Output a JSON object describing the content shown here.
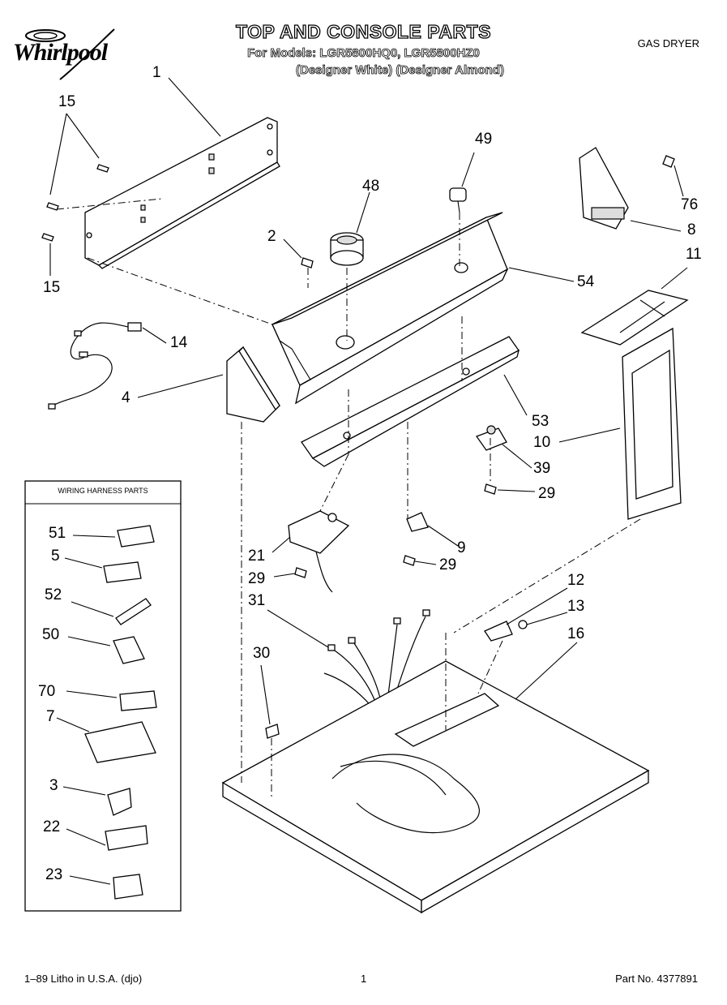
{
  "brand": "Whirlpool",
  "title": "TOP AND CONSOLE PARTS",
  "models_line": "For Models: LGR5800HQ0, LGR5800HZ0",
  "colors_line": "(Designer White) (Designer Almond)",
  "product_type": "GAS DRYER",
  "harness_box_title": "WIRING HARNESS PARTS",
  "callouts": {
    "c1": "1",
    "c15a": "15",
    "c15b": "15",
    "c2": "2",
    "c48": "48",
    "c49": "49",
    "c76": "76",
    "c8": "8",
    "c54": "54",
    "c11": "11",
    "c14": "14",
    "c4": "4",
    "c53": "53",
    "c10": "10",
    "c39": "39",
    "c29a": "29",
    "c21": "21",
    "c9": "9",
    "c29b": "29",
    "c29c": "29",
    "c31": "31",
    "c12": "12",
    "c13": "13",
    "c16": "16",
    "c30": "30",
    "h51": "51",
    "h5": "5",
    "h52": "52",
    "h50": "50",
    "h70": "70",
    "h7": "7",
    "h3": "3",
    "h22": "22",
    "h23": "23"
  },
  "footer": {
    "left": "1–89 Litho in U.S.A. (djo)",
    "page": "1",
    "part_no": "Part No. 4377891"
  }
}
